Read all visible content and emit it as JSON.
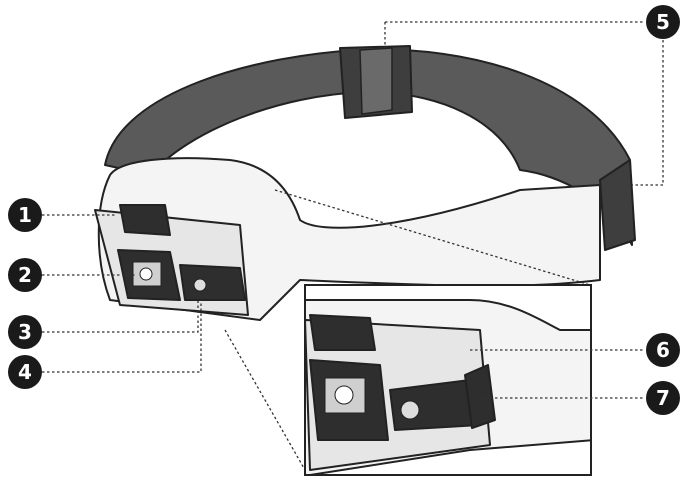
{
  "diagram": {
    "subject": "headlamp",
    "callouts": [
      {
        "number": "1"
      },
      {
        "number": "2"
      },
      {
        "number": "3"
      },
      {
        "number": "4"
      },
      {
        "number": "5"
      },
      {
        "number": "6"
      },
      {
        "number": "7"
      }
    ],
    "colors": {
      "callout_fill": "#1a1a1a",
      "strap": "#555555",
      "housing": "#f2f2f2",
      "button": "#333333"
    }
  }
}
